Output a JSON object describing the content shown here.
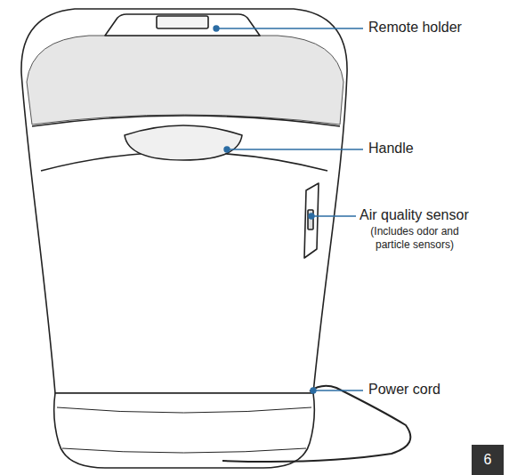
{
  "diagram": {
    "nodes": [
      {
        "text": [
          "6"
        ]
      }
    ],
    "labels": [
      "Remote holder",
      "Handle",
      "Air quality sensor",
      "(Includes odor and particle sensors)",
      "Power cord"
    ]
  }
}
